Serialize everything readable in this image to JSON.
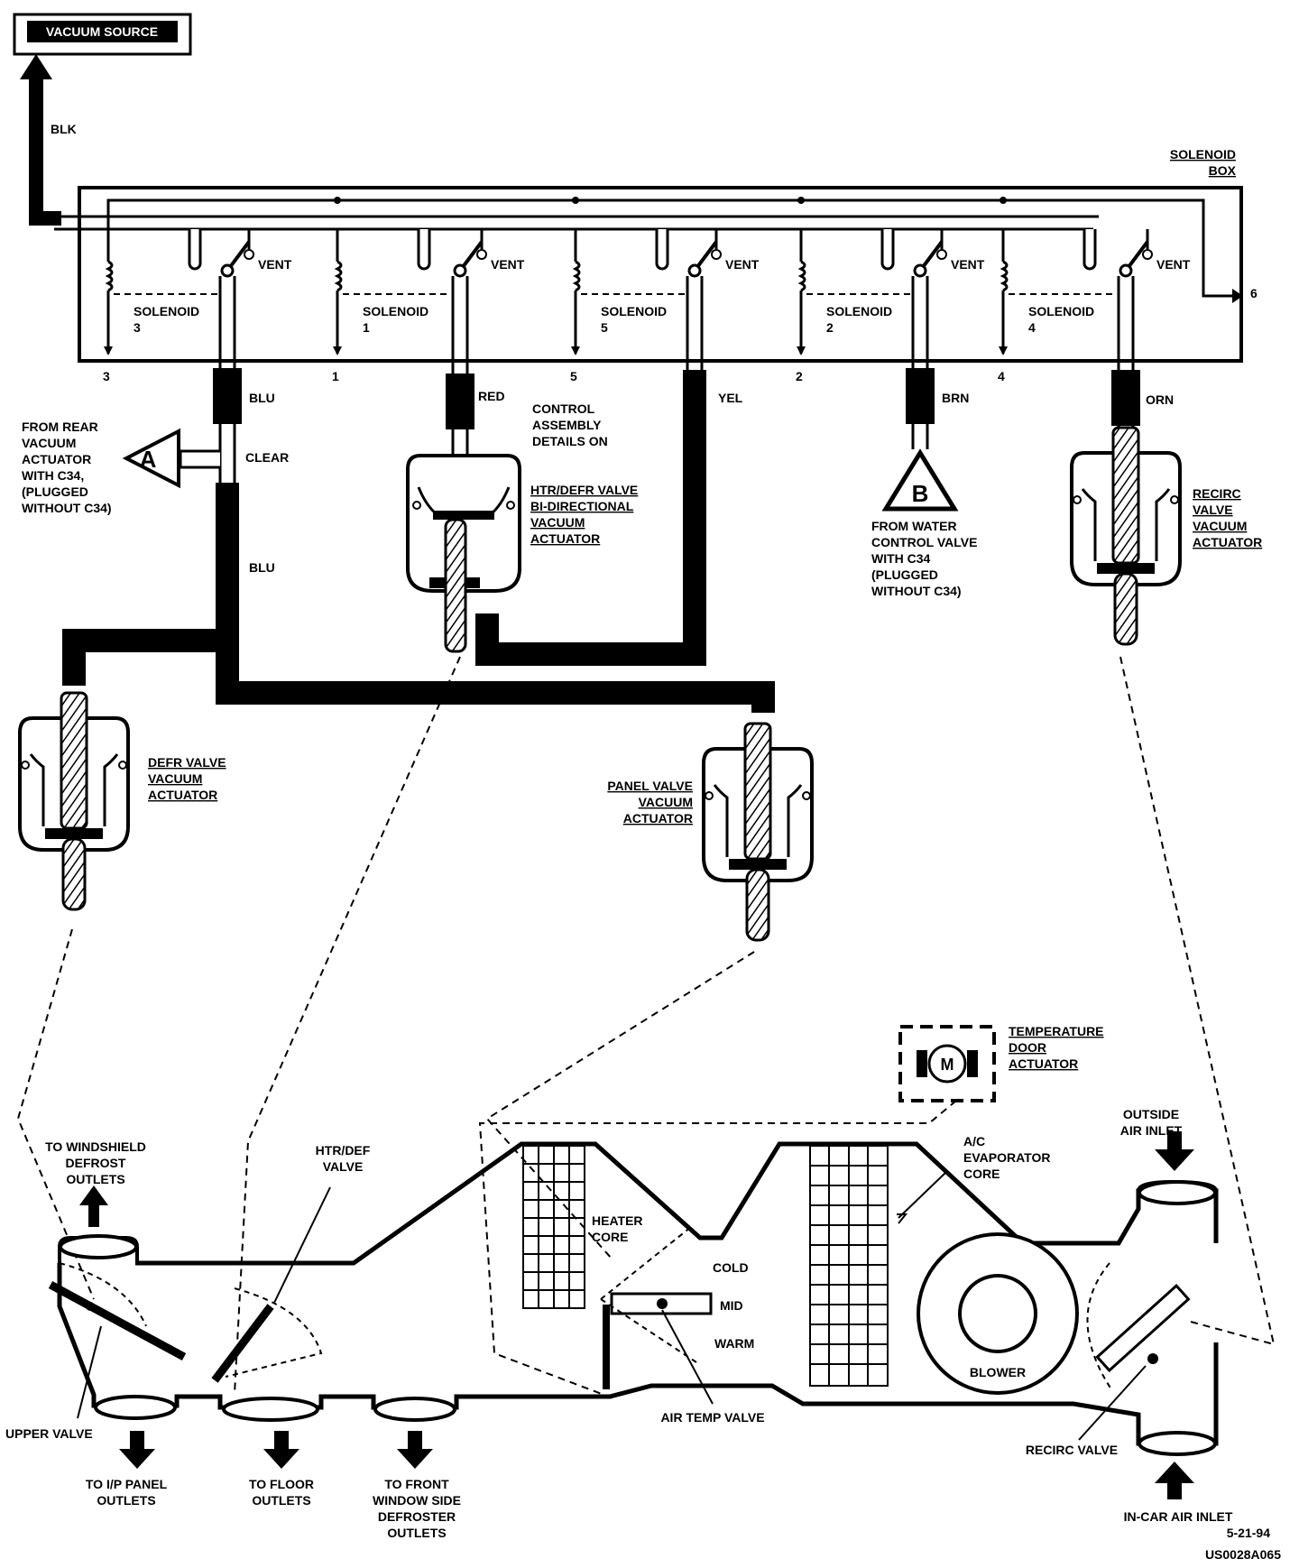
{
  "vacuum_source": "VACUUM SOURCE",
  "blk": "BLK",
  "solenoid_box": [
    "SOLENOID",
    "BOX"
  ],
  "vent": "VENT",
  "solenoids": [
    {
      "label": "SOLENOID",
      "num": "3",
      "port": "3"
    },
    {
      "label": "SOLENOID",
      "num": "1",
      "port": "1"
    },
    {
      "label": "SOLENOID",
      "num": "5",
      "port": "5"
    },
    {
      "label": "SOLENOID",
      "num": "2",
      "port": "2"
    },
    {
      "label": "SOLENOID",
      "num": "4",
      "port": "4"
    }
  ],
  "port6": "6",
  "colors": {
    "blu": "BLU",
    "red": "RED",
    "yel": "YEL",
    "brn": "BRN",
    "orn": "ORN",
    "clear": "CLEAR",
    "blu2": "BLU"
  },
  "from_rear": [
    "FROM REAR",
    "VACUUM",
    "ACTUATOR",
    "WITH C34,",
    "(PLUGGED",
    "WITHOUT C34)"
  ],
  "marker_a": "A",
  "marker_b": "B",
  "control_assembly": [
    "CONTROL",
    "ASSEMBLY",
    "DETAILS ON"
  ],
  "htr_defr_actuator": [
    "HTR/DEFR VALVE",
    "BI-DIRECTIONAL",
    "VACUUM",
    "ACTUATOR"
  ],
  "from_water": [
    "FROM WATER",
    "CONTROL VALVE",
    "WITH C34",
    "(PLUGGED",
    "WITHOUT C34)"
  ],
  "recirc_actuator": [
    "RECIRC",
    "VALVE",
    "VACUUM",
    "ACTUATOR"
  ],
  "defr_actuator": [
    "DEFR VALVE",
    "VACUUM",
    "ACTUATOR"
  ],
  "panel_actuator": [
    "PANEL VALVE",
    "VACUUM",
    "ACTUATOR"
  ],
  "temp_door": [
    "TEMPERATURE",
    "DOOR",
    "ACTUATOR"
  ],
  "motor": "M",
  "to_windshield": [
    "TO WINDSHIELD",
    "DEFROST",
    "OUTLETS"
  ],
  "htr_def_valve": [
    "HTR/DEF",
    "VALVE"
  ],
  "heater_core": [
    "HEATER",
    "CORE"
  ],
  "ac_evap": [
    "A/C",
    "EVAPORATOR",
    "CORE"
  ],
  "outside_air": [
    "OUTSIDE",
    "AIR INLET"
  ],
  "cold": "COLD",
  "mid": "MID",
  "warm": "WARM",
  "blower": "BLOWER",
  "upper_valve": "UPPER VALVE",
  "air_temp_valve": "AIR TEMP VALVE",
  "recirc_valve": "RECIRC VALVE",
  "in_car_air": "IN-CAR AIR INLET",
  "to_ip_panel": [
    "TO I/P PANEL",
    "OUTLETS"
  ],
  "to_floor": [
    "TO FLOOR",
    "OUTLETS"
  ],
  "to_front_window": [
    "TO FRONT",
    "WINDOW SIDE",
    "DEFROSTER",
    "OUTLETS"
  ],
  "date": "5-21-94",
  "figure_id": "US0028A065"
}
